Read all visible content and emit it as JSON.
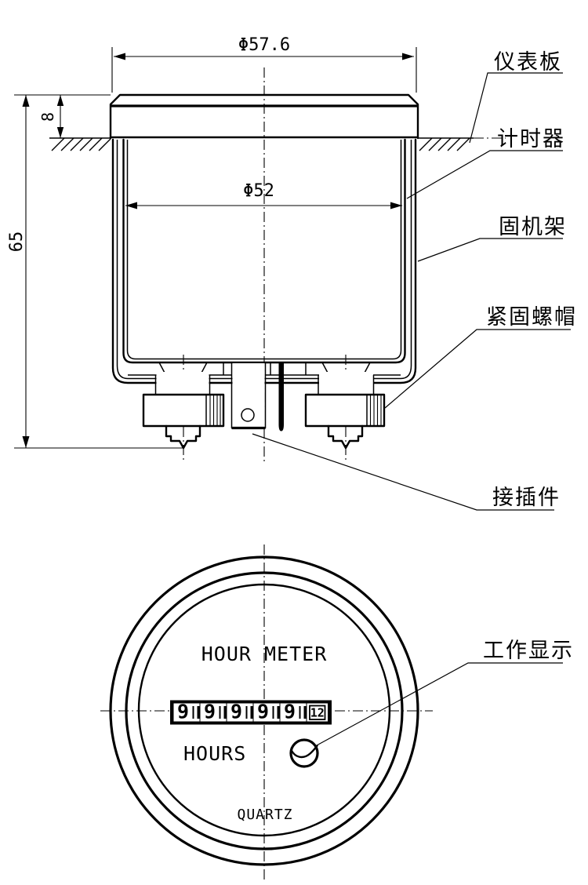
{
  "colors": {
    "line": "#000000",
    "background": "#ffffff"
  },
  "side_view": {
    "dimensions": {
      "outer_diameter": "Φ57.6",
      "case_diameter": "Φ52",
      "total_height": "65",
      "bezel_height": "8"
    },
    "labels": {
      "panel": "仪表板",
      "timer": "计时器",
      "frame": "固机架",
      "lock_nut": "紧固螺帽",
      "connector": "接插件"
    }
  },
  "front_view": {
    "title": "HOUR METER",
    "unit_label": "HOURS",
    "movement_label": "QUARTZ",
    "indicator_label": "工作显示",
    "counter": {
      "digits": [
        "9",
        "9",
        "9",
        "9",
        "9",
        "12"
      ]
    }
  }
}
